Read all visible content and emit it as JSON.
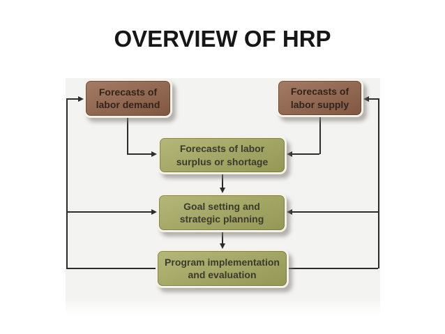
{
  "slide": {
    "title": "OVERVIEW OF HRP"
  },
  "diagram": {
    "nodes": {
      "labor_demand": {
        "line1": "Forecasts of",
        "line2": "labor demand",
        "color": "brown"
      },
      "labor_supply": {
        "line1": "Forecasts of",
        "line2": "labor supply",
        "color": "brown"
      },
      "surplus_shortage": {
        "line1": "Forecasts of labor",
        "line2": "surplus or shortage",
        "color": "olive"
      },
      "goal_setting": {
        "line1": "Goal setting and",
        "line2": "strategic planning",
        "color": "olive"
      },
      "program_implementation": {
        "line1": "Program implementation",
        "line2": "and evaluation",
        "color": "olive"
      }
    },
    "edges": [
      {
        "from": "labor_demand",
        "to": "surplus_shortage"
      },
      {
        "from": "labor_supply",
        "to": "surplus_shortage"
      },
      {
        "from": "surplus_shortage",
        "to": "goal_setting"
      },
      {
        "from": "goal_setting",
        "to": "program_implementation"
      },
      {
        "from": "program_implementation",
        "to": "labor_demand",
        "type": "feedback-left"
      },
      {
        "from": "program_implementation",
        "to": "labor_supply",
        "type": "feedback-right"
      },
      {
        "from": "program_implementation",
        "to": "goal_setting",
        "type": "feedback-both-sides"
      }
    ],
    "colors": {
      "title_text": "#161616",
      "panel_background": "#f3f3f1",
      "brown_box": "#926349",
      "olive_box": "#a5a95e",
      "box_border": "#f6f2ea",
      "brown_text": "#33241a",
      "olive_text": "#3b3b2d",
      "connector": "#2c2c2c"
    }
  }
}
